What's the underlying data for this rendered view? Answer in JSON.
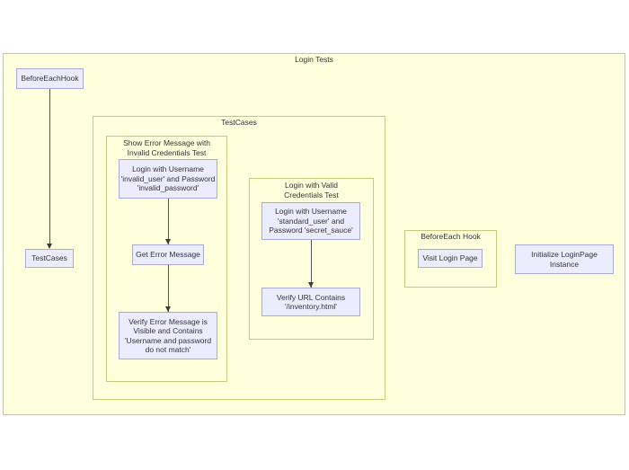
{
  "root_cluster": {
    "title": "Login Tests"
  },
  "nodes": {
    "before_each_hook": "BeforeEachHook",
    "test_cases": "TestCases",
    "initialize_login_page": "Initialize LoginPage\nInstance"
  },
  "test_cases_cluster": {
    "title": "TestCases",
    "invalid_credentials_test": {
      "title": "Show Error Message with\nInvalid Credentials Test",
      "steps": [
        "Login with Username\n'invalid_user' and Password\n'invalid_password'",
        "Get Error Message",
        "Verify Error Message is\nVisible and Contains\n'Username and password\ndo not match'"
      ]
    },
    "valid_credentials_test": {
      "title": "Login with Valid\nCredentials Test",
      "steps": [
        "Login with Username\n'standard_user' and\nPassword 'secret_sauce'",
        "Verify URL Contains\n'/inventory.html'"
      ]
    }
  },
  "before_each_cluster": {
    "title": "BeforeEach Hook",
    "steps": [
      "Visit Login Page"
    ]
  },
  "colors": {
    "canvas": "#ffffff",
    "cluster_fill": "#ffffde",
    "cluster_border": "#c9c97c",
    "node_fill": "#ececff",
    "node_border": "#a9a9dc",
    "edge": "#555555",
    "text": "#333333"
  }
}
